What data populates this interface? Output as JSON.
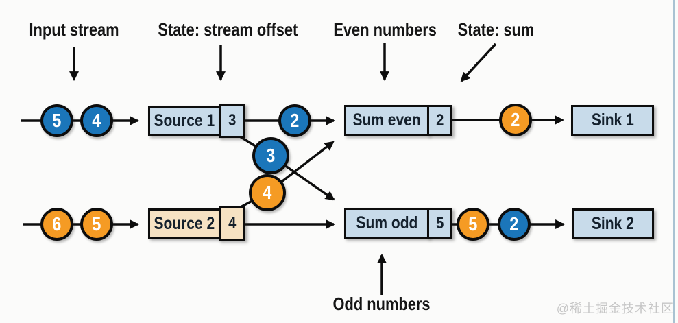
{
  "labels": {
    "input_stream": "Input stream",
    "state_stream_offset": "State: stream offset",
    "even_numbers": "Even numbers",
    "state_sum": "State: sum",
    "odd_numbers": "Odd numbers"
  },
  "nodes": {
    "source1": {
      "label": "Source 1",
      "state": "3"
    },
    "source2": {
      "label": "Source 2",
      "state": "4"
    },
    "sum_even": {
      "label": "Sum even",
      "state": "2"
    },
    "sum_odd": {
      "label": "Sum odd",
      "state": "5"
    },
    "sink1": {
      "label": "Sink 1"
    },
    "sink2": {
      "label": "Sink 2"
    }
  },
  "tokens": {
    "input1": [
      {
        "value": "5",
        "color": "blue"
      },
      {
        "value": "4",
        "color": "blue"
      }
    ],
    "input2": [
      {
        "value": "6",
        "color": "orange"
      },
      {
        "value": "5",
        "color": "orange"
      }
    ],
    "source1_even": {
      "value": "2",
      "color": "blue"
    },
    "source1_odd": {
      "value": "3",
      "color": "blue"
    },
    "source2_even": {
      "value": "4",
      "color": "orange"
    },
    "sum_even_out": {
      "value": "2",
      "color": "orange"
    },
    "sum_odd_out": [
      {
        "value": "5",
        "color": "orange"
      },
      {
        "value": "2",
        "color": "blue"
      }
    ]
  },
  "colors": {
    "record_blue": "#1b76ba",
    "record_orange": "#f59b24",
    "box_light_blue": "#c8dbea",
    "box_tan": "#f6e2c3",
    "line_black": "#0d0d0d",
    "background": "#fbfbfa"
  },
  "watermark": "@稀土掘金技术社区"
}
